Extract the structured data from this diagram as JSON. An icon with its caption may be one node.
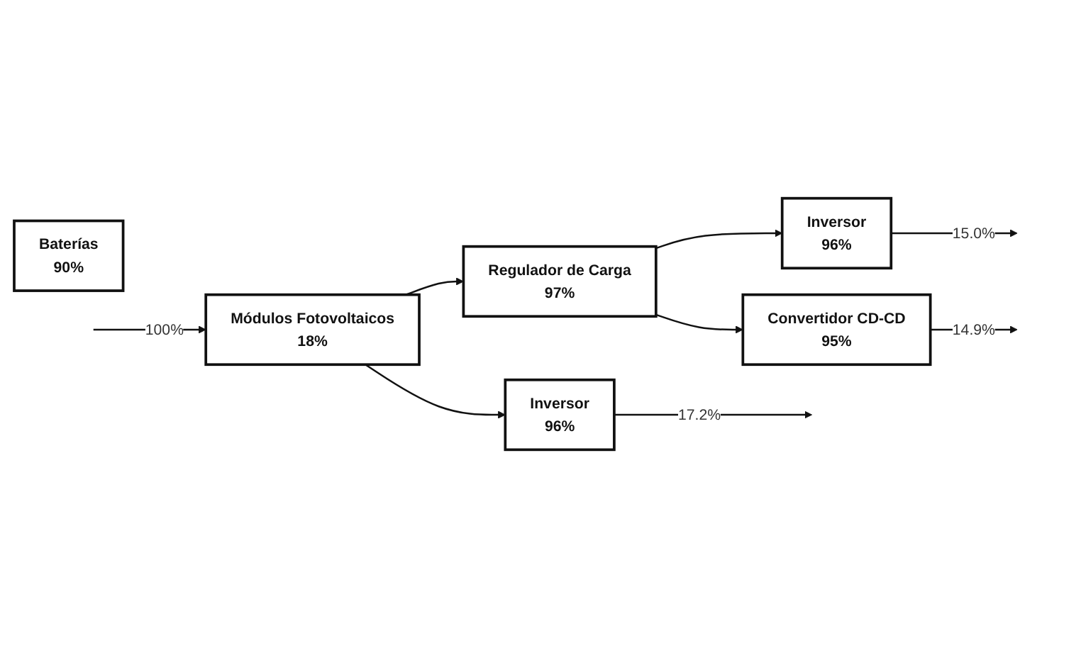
{
  "diagram": {
    "nodes": [
      {
        "text": [
          "Módulos Fotovoltaicos",
          "18%"
        ]
      },
      {
        "text": [
          "Inversor",
          "96%"
        ]
      },
      {
        "text": [
          "Regulador de Carga",
          "97%"
        ]
      },
      {
        "text": [
          "Inversor",
          "96%"
        ]
      },
      {
        "text": [
          "Baterías",
          "90%"
        ]
      },
      {
        "text": [
          "Convertidor CD-CD",
          "95%"
        ]
      }
    ],
    "edges": [
      {
        "from": null,
        "to": 0,
        "arrow": "to",
        "label": "100%"
      },
      {
        "from": 0,
        "to": 1,
        "arrow": "to"
      },
      {
        "from": 0,
        "to": 2,
        "arrow": "to"
      },
      {
        "from": 2,
        "to": 3,
        "arrow": "to"
      },
      {
        "from": 2,
        "to": 5,
        "arrow": "to"
      },
      {
        "from": 1,
        "to": null,
        "arrow": "to",
        "label": "17.2%"
      },
      {
        "from": 3,
        "to": null,
        "arrow": "to",
        "label": "15.0%"
      },
      {
        "from": 5,
        "to": null,
        "arrow": "to",
        "label": "14.9%"
      }
    ]
  }
}
